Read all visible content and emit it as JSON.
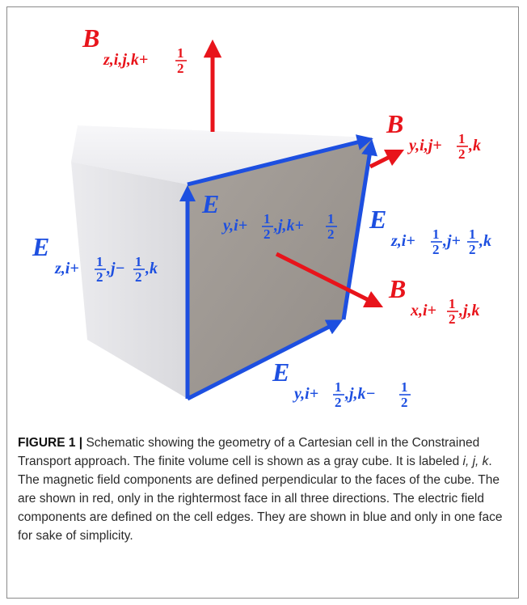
{
  "diagram": {
    "labels": {
      "bz": {
        "main": "B",
        "sub": "z,i,j,k+",
        "num": "1",
        "den": "2"
      },
      "by": {
        "main": "B",
        "sub1": "y,i,j+",
        "num": "1",
        "den": "2",
        "sub2": ",k"
      },
      "bx": {
        "main": "B",
        "sub1": "x,i+",
        "num": "1",
        "den": "2",
        "sub2": ",j,k"
      },
      "e_top": {
        "main": "E",
        "sub1": "y,i+",
        "num1": "1",
        "den1": "2",
        "sub2": ",j,k+",
        "num2": "1",
        "den2": "2"
      },
      "e_left": {
        "main": "E",
        "sub1": "z,i+",
        "num1": "1",
        "den1": "2",
        "sub2": ",j−",
        "num2": "1",
        "den2": "2",
        "sub3": ",k"
      },
      "e_right": {
        "main": "E",
        "sub1": "z,i+",
        "num1": "1",
        "den1": "2",
        "sub2": ",j+",
        "num2": "1",
        "den2": "2",
        "sub3": ",k"
      },
      "e_bottom": {
        "main": "E",
        "sub1": "y,i+",
        "num1": "1",
        "den1": "2",
        "sub2": ",j,k−",
        "num2": "1",
        "den2": "2"
      }
    },
    "colors": {
      "magnetic": "#e8141b",
      "electric": "#1d4fe0",
      "cube_light": "#f2f2f4",
      "cube_face": "#9c9691"
    }
  },
  "caption": {
    "label": "FIGURE 1 |",
    "text_1": " Schematic showing the geometry of a Cartesian cell in the Constrained Transport approach. The finite volume cell is shown as a gray cube. It is labeled ",
    "indices": "i, j, k",
    "text_2": ". The magnetic field components are defined perpendicular to the faces of the cube. The are shown in red, only in the rightermost face in all three directions. The electric field components are defined on the cell edges. They are shown in blue and only in one face for sake of simplicity."
  }
}
